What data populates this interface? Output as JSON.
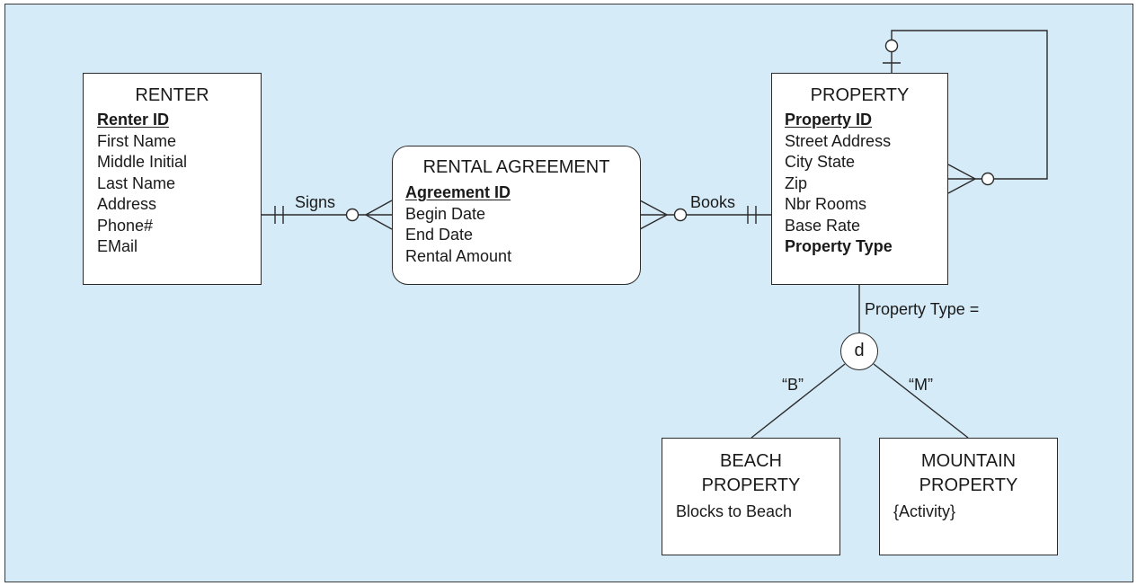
{
  "renter": {
    "title": "RENTER",
    "key": "Renter ID",
    "attrs": [
      "First Name",
      "Middle Initial",
      "Last Name",
      "Address",
      "Phone#",
      "EMail"
    ]
  },
  "agreement": {
    "title": "RENTAL AGREEMENT",
    "key": "Agreement ID",
    "attrs": [
      "Begin Date",
      "End Date",
      "Rental Amount"
    ]
  },
  "property": {
    "title": "PROPERTY",
    "key": "Property ID",
    "attrs": [
      "Street Address",
      "City State",
      "Zip",
      "Nbr Rooms",
      "Base Rate"
    ],
    "discriminator": "Property Type"
  },
  "beach": {
    "title_line1": "BEACH",
    "title_line2": "PROPERTY",
    "attr": "Blocks to Beach"
  },
  "mountain": {
    "title_line1": "MOUNTAIN",
    "title_line2": "PROPERTY",
    "attr": "{Activity}"
  },
  "relationships": {
    "signs": "Signs",
    "books": "Books"
  },
  "subtype": {
    "discriminator_label": "Property Type =",
    "disjoint_symbol": "d",
    "beach_value": "“B”",
    "mountain_value": "“M”"
  },
  "colors": {
    "background": "#d6ebf8",
    "box": "#ffffff",
    "line": "#2b2b2b"
  }
}
